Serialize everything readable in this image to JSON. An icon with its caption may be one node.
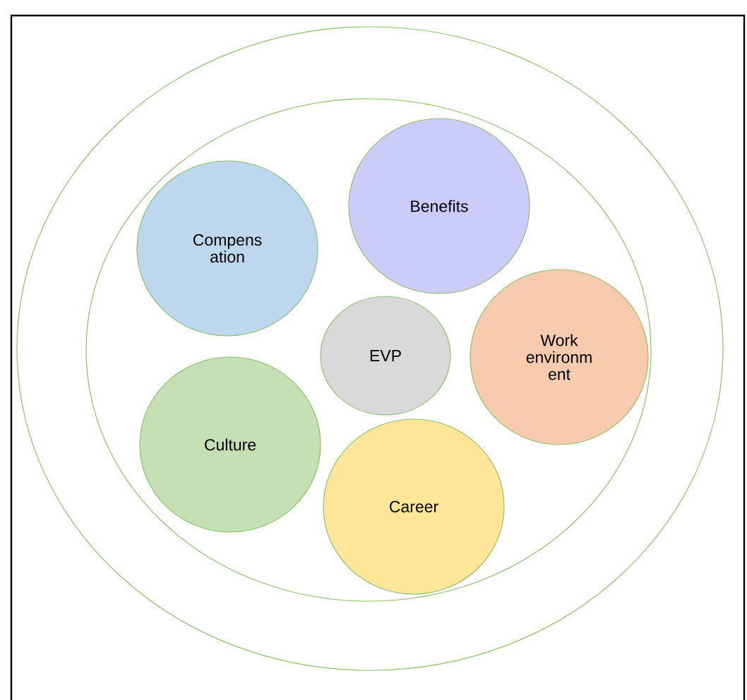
{
  "diagram": {
    "nodes": [
      {
        "text": [],
        "shape": "ellipse"
      },
      {
        "text": [],
        "shape": "ellipse",
        "in": 0
      },
      {
        "text": [
          "Compens ation"
        ],
        "in": 1
      },
      {
        "text": [
          "Benefits"
        ],
        "in": 1
      },
      {
        "text": [
          "EVP"
        ],
        "in": 1
      },
      {
        "text": [
          "Work environm ent"
        ],
        "in": 1
      },
      {
        "text": [
          "Culture"
        ],
        "in": 1
      },
      {
        "text": [
          "Career"
        ],
        "in": 1
      }
    ]
  }
}
